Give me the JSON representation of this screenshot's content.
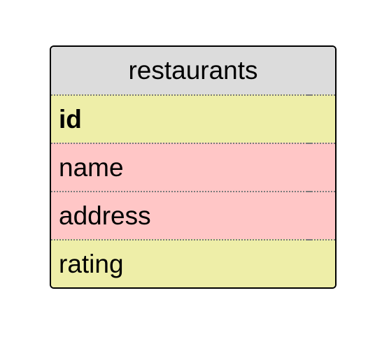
{
  "diagram": {
    "table": {
      "name": "restaurants",
      "header_color": "#dcdcdc",
      "fields": [
        {
          "name": "id",
          "primary_key": true,
          "color": "#eeeea8"
        },
        {
          "name": "name",
          "primary_key": false,
          "color": "#ffc6c6"
        },
        {
          "name": "address",
          "primary_key": false,
          "color": "#ffc6c6"
        },
        {
          "name": "rating",
          "primary_key": false,
          "color": "#eeeea8"
        }
      ]
    }
  }
}
